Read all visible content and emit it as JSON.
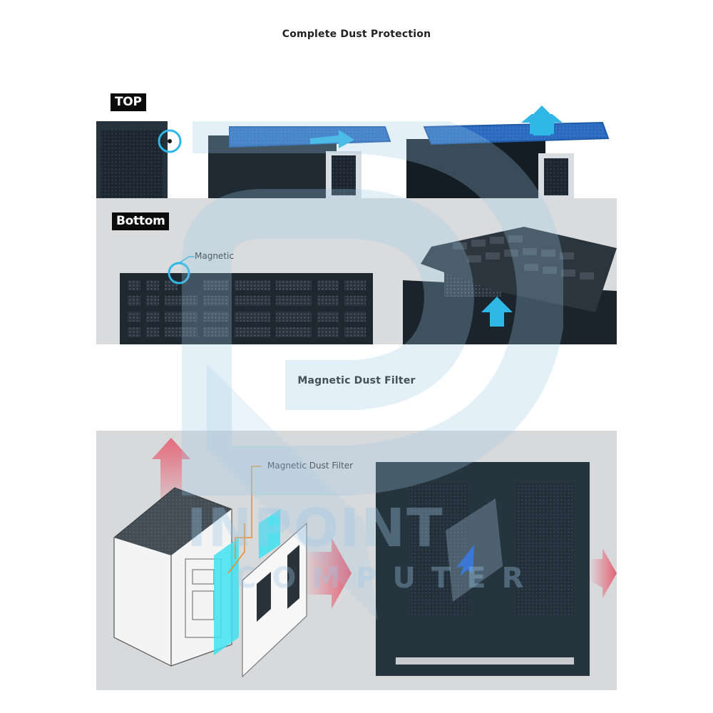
{
  "headings": {
    "dust_protection": "Complete Dust Protection",
    "magnetic_filter": "Magnetic Dust Filter"
  },
  "top_panel": {
    "tag": "TOP"
  },
  "bottom_panel": {
    "tag": "Bottom",
    "callout": "Magnetic"
  },
  "filter_panel": {
    "callout": "Magnetic Dust Filter"
  },
  "watermark": {
    "brand_line1": "INPOINT",
    "brand_line2": "COMPUTER"
  },
  "colors": {
    "filter_blue": "#2f6fc4",
    "arrow_cyan": "#2fb7e6",
    "case_dark": "#1f2a33",
    "highlight_cyan": "#3fe0f0",
    "callout_orange": "#f08a24",
    "airflow_red": "#e8455a",
    "watermark_blue": "#9cc9e6"
  },
  "icons": [
    "magnet-ring-icon",
    "slide-arrow-icon",
    "lift-arrow-icon",
    "up-arrow-icon"
  ]
}
